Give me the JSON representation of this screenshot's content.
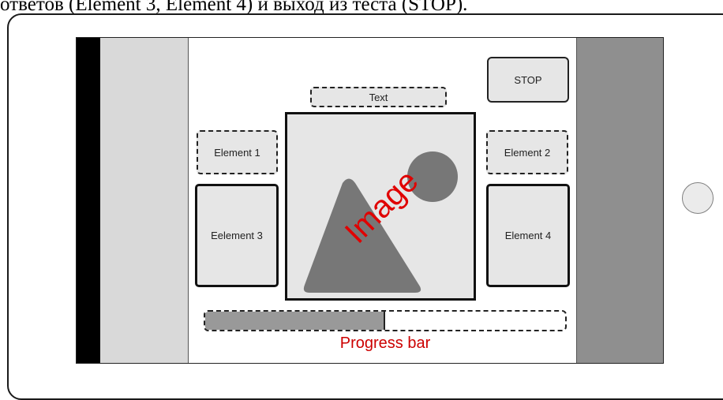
{
  "caption": "ответов (Element 3, Element 4) и выход из теста (STOP).",
  "screen": {
    "text_label": "Text",
    "stop_label": "STOP",
    "element1": "Element 1",
    "element2": "Element 2",
    "element3": "Eelement 3",
    "element4": "Element 4",
    "image_label": "Image",
    "progress_label": "Progress bar",
    "progress_fraction": 0.5
  },
  "colors": {
    "accent_red": "#e00000",
    "placeholder_fill": "#e6e6e6",
    "image_shape": "#777777"
  },
  "icons": {
    "image_placeholder": "image-icon",
    "home_button": "home-button-icon"
  }
}
